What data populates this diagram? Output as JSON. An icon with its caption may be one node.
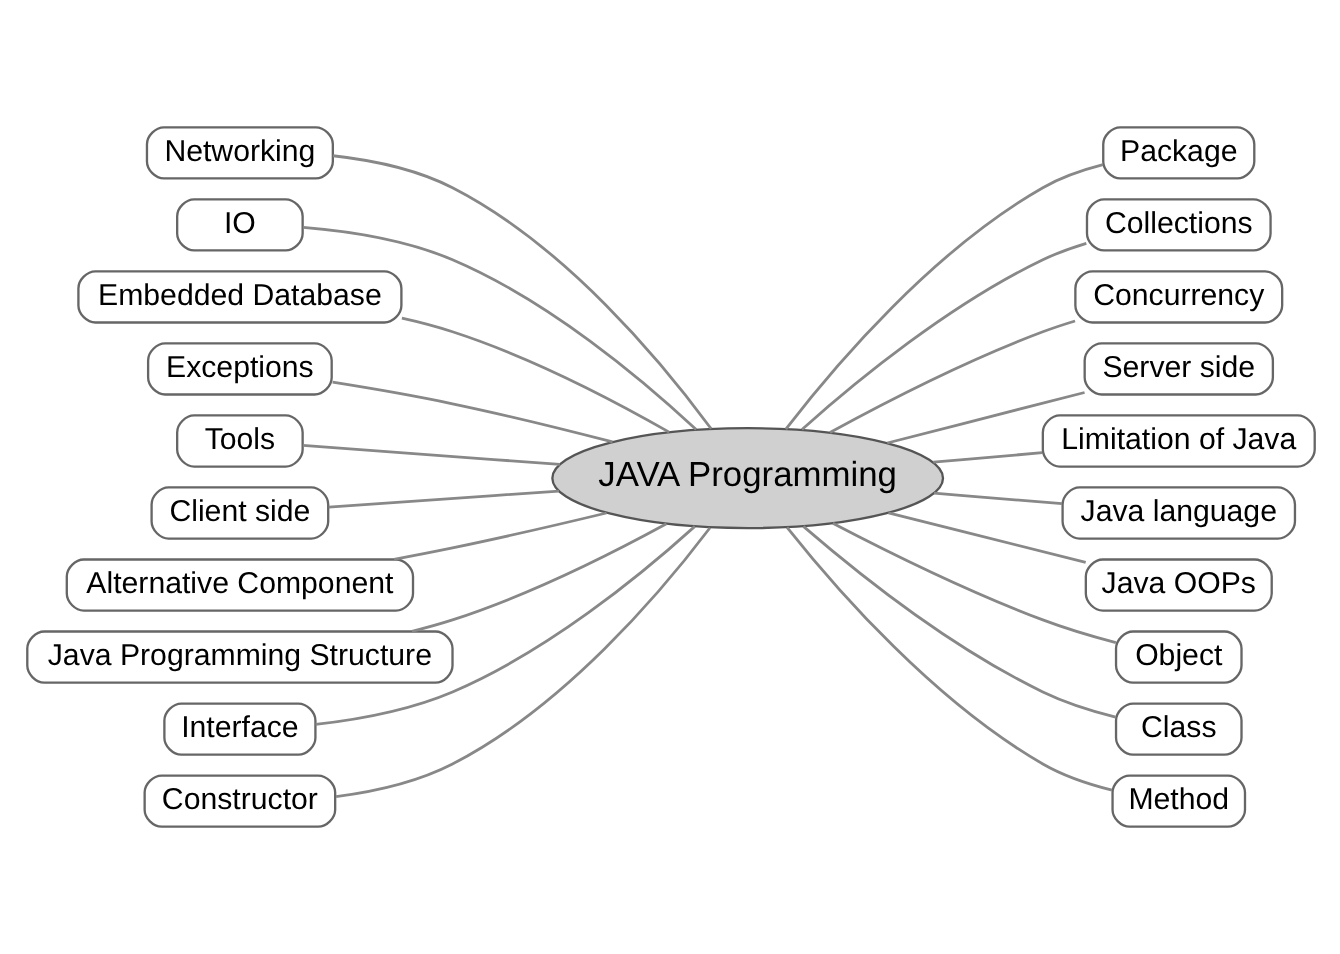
{
  "diagram": {
    "nodes": [
      {
        "text": [
          "JAVA Programming"
        ]
      },
      {
        "text": [
          "Networking"
        ]
      },
      {
        "text": [
          "IO"
        ]
      },
      {
        "text": [
          "Embedded Database"
        ]
      },
      {
        "text": [
          "Exceptions"
        ]
      },
      {
        "text": [
          "Tools"
        ]
      },
      {
        "text": [
          "Client side"
        ]
      },
      {
        "text": [
          "Alternative Component"
        ]
      },
      {
        "text": [
          "Java Programming Structure"
        ]
      },
      {
        "text": [
          "Interface"
        ]
      },
      {
        "text": [
          "Constructor"
        ]
      },
      {
        "text": [
          "Package"
        ]
      },
      {
        "text": [
          "Collections"
        ]
      },
      {
        "text": [
          "Concurrency"
        ]
      },
      {
        "text": [
          "Server side"
        ]
      },
      {
        "text": [
          "Limitation of Java"
        ]
      },
      {
        "text": [
          "Java language"
        ]
      },
      {
        "text": [
          "Java OOPs"
        ]
      },
      {
        "text": [
          "Object"
        ]
      },
      {
        "text": [
          "Class"
        ]
      },
      {
        "text": [
          "Method"
        ]
      }
    ],
    "edges": [
      {
        "from": 1,
        "to": 0,
        "arrow": "none"
      },
      {
        "from": 2,
        "to": 0,
        "arrow": "none"
      },
      {
        "from": 3,
        "to": 0,
        "arrow": "none"
      },
      {
        "from": 4,
        "to": 0,
        "arrow": "none"
      },
      {
        "from": 5,
        "to": 0,
        "arrow": "none"
      },
      {
        "from": 6,
        "to": 0,
        "arrow": "none"
      },
      {
        "from": 7,
        "to": 0,
        "arrow": "none"
      },
      {
        "from": 8,
        "to": 0,
        "arrow": "none"
      },
      {
        "from": 9,
        "to": 0,
        "arrow": "none"
      },
      {
        "from": 10,
        "to": 0,
        "arrow": "none"
      },
      {
        "from": 0,
        "to": 11,
        "arrow": "none"
      },
      {
        "from": 0,
        "to": 12,
        "arrow": "none"
      },
      {
        "from": 0,
        "to": 13,
        "arrow": "none"
      },
      {
        "from": 0,
        "to": 14,
        "arrow": "none"
      },
      {
        "from": 0,
        "to": 15,
        "arrow": "none"
      },
      {
        "from": 0,
        "to": 16,
        "arrow": "none"
      },
      {
        "from": 0,
        "to": 17,
        "arrow": "none"
      },
      {
        "from": 0,
        "to": 18,
        "arrow": "none"
      },
      {
        "from": 0,
        "to": 19,
        "arrow": "none"
      },
      {
        "from": 0,
        "to": 20,
        "arrow": "none"
      }
    ]
  }
}
